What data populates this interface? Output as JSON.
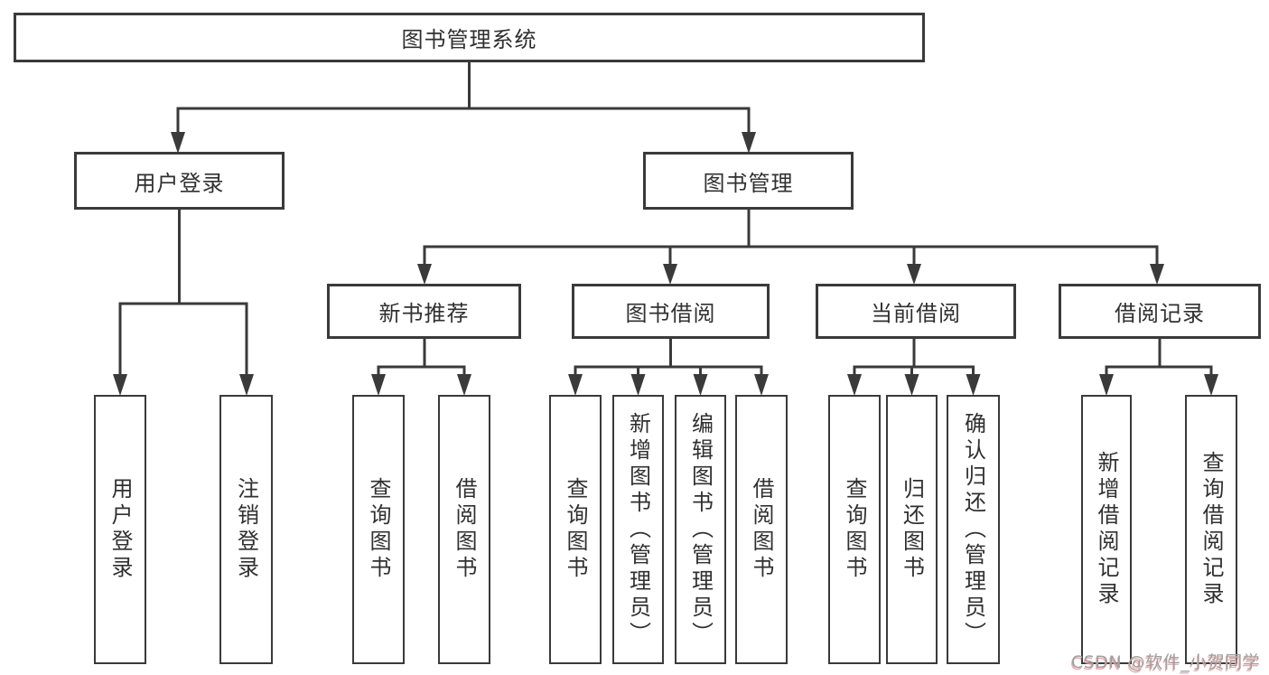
{
  "diagram": {
    "root": {
      "label": "图书管理系统"
    },
    "level2": [
      {
        "label": "用户登录",
        "parent": "图书管理系统"
      },
      {
        "label": "图书管理",
        "parent": "图书管理系统"
      }
    ],
    "level3": [
      {
        "label": "新书推荐",
        "parent": "图书管理"
      },
      {
        "label": "图书借阅",
        "parent": "图书管理"
      },
      {
        "label": "当前借阅",
        "parent": "图书管理"
      },
      {
        "label": "借阅记录",
        "parent": "图书管理"
      }
    ],
    "leaves": [
      {
        "label": "用户登录",
        "parent": "用户登录"
      },
      {
        "label": "注销登录",
        "parent": "用户登录"
      },
      {
        "label": "查询图书",
        "parent": "新书推荐"
      },
      {
        "label": "借阅图书",
        "parent": "新书推荐"
      },
      {
        "label": "查询图书",
        "parent": "图书借阅"
      },
      {
        "label": "新增图书（管理员）",
        "parent": "图书借阅"
      },
      {
        "label": "编辑图书（管理员）",
        "parent": "图书借阅"
      },
      {
        "label": "借阅图书",
        "parent": "图书借阅"
      },
      {
        "label": "查询图书",
        "parent": "当前借阅"
      },
      {
        "label": "归还图书",
        "parent": "当前借阅"
      },
      {
        "label": "确认归还（管理员）",
        "parent": "当前借阅"
      },
      {
        "label": "新增借阅记录",
        "parent": "借阅记录"
      },
      {
        "label": "查询借阅记录",
        "parent": "借阅记录"
      }
    ]
  },
  "watermark": {
    "text": "CSDN @软件_小贺同学"
  },
  "colors": {
    "line": "#3a3a3a",
    "box_border": "#3a3a3a",
    "box_fill": "#ffffff",
    "text": "#303030",
    "background": "#ffffff",
    "watermark": "#9f9f9f",
    "watermark_shadow": "#e8a0a0"
  }
}
